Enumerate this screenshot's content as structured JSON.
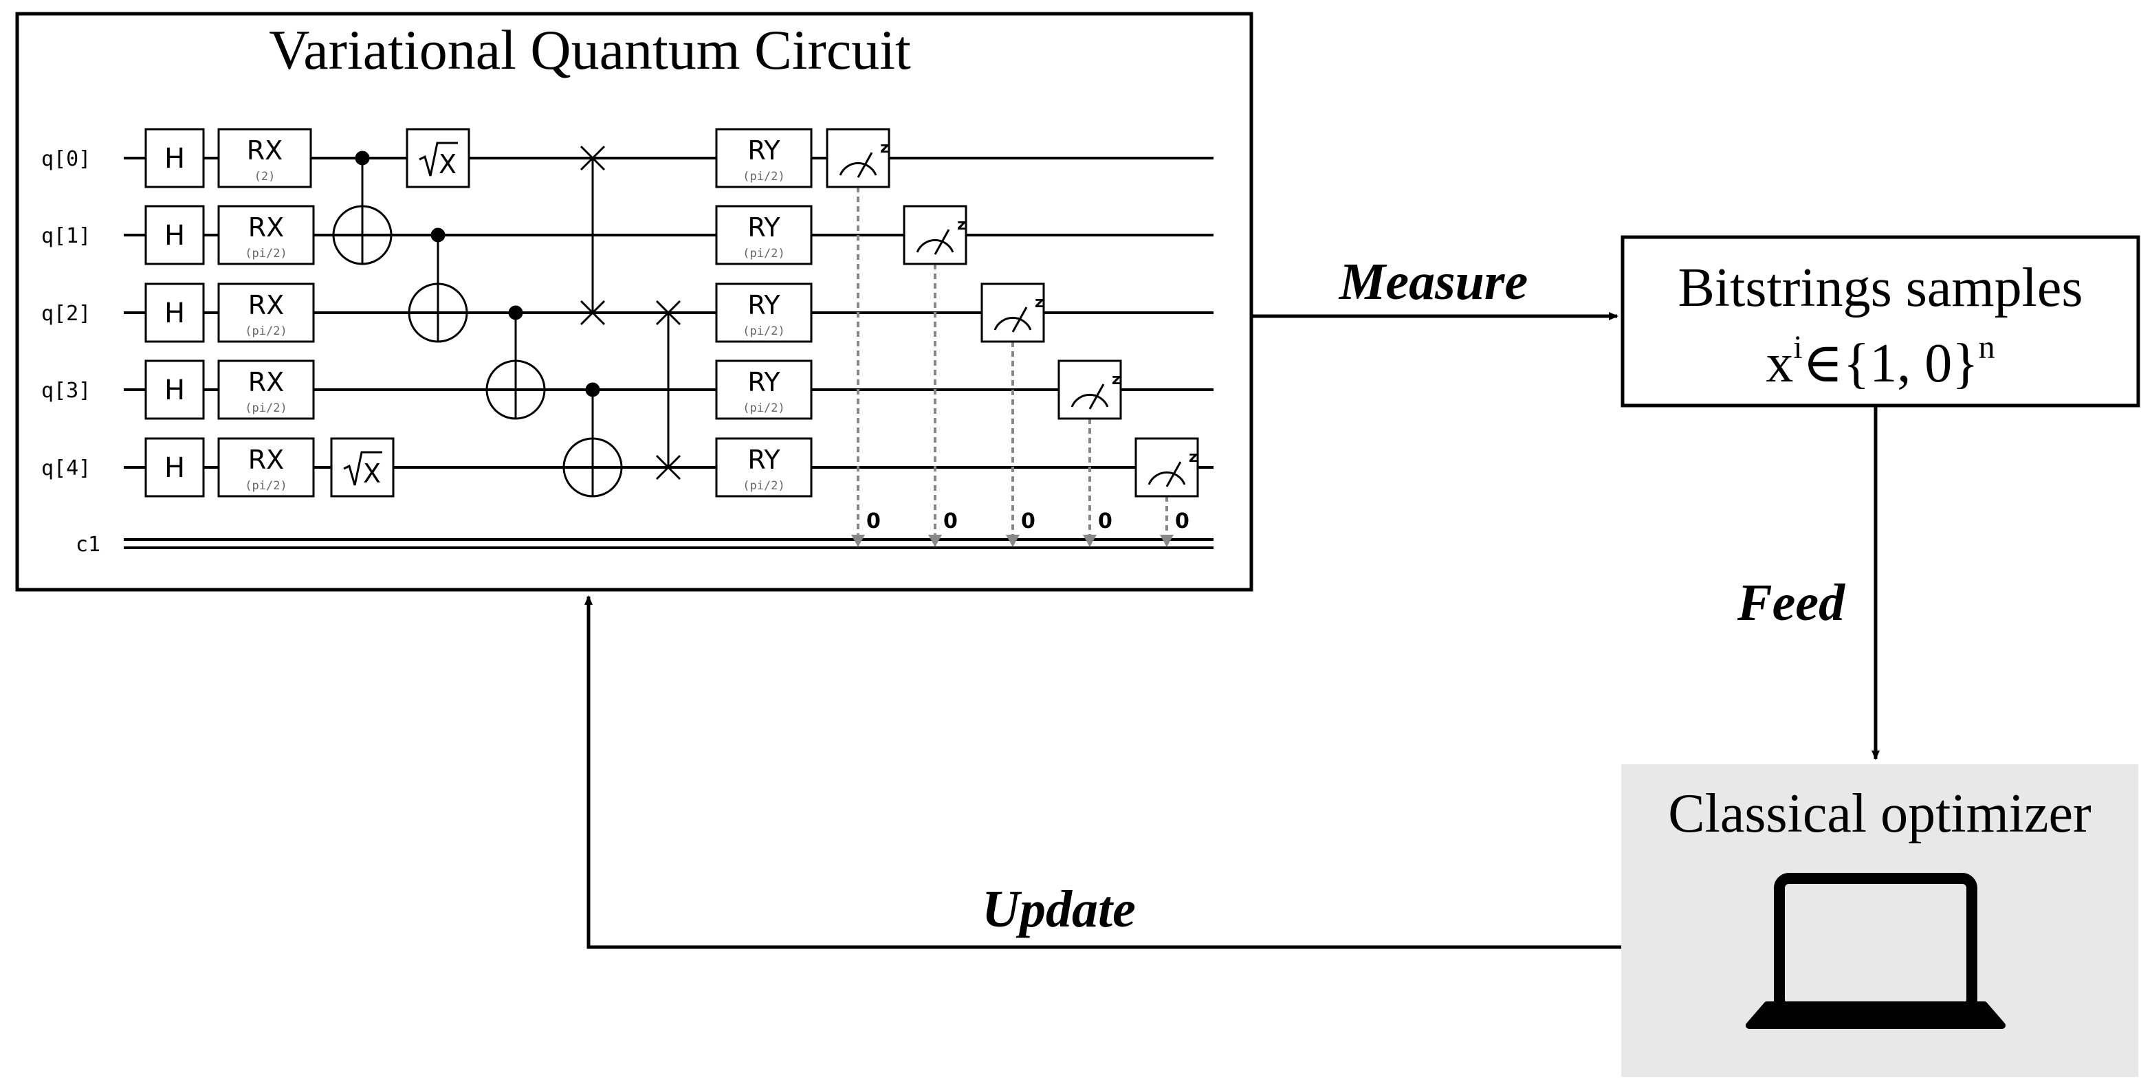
{
  "circuit": {
    "title": "Variational Quantum Circuit",
    "qubits": [
      "q[0]",
      "q[1]",
      "q[2]",
      "q[3]",
      "q[4]"
    ],
    "classical_register": "c1",
    "hadamard_label": "H",
    "rx_gates": [
      {
        "label": "RX",
        "param": "(2)"
      },
      {
        "label": "RX",
        "param": "(pi/2)"
      },
      {
        "label": "RX",
        "param": "(pi/2)"
      },
      {
        "label": "RX",
        "param": "(pi/2)"
      },
      {
        "label": "RX",
        "param": "(pi/2)"
      }
    ],
    "sx_label": "X",
    "ry_gates": [
      {
        "label": "RY",
        "param": "(pi/2)"
      },
      {
        "label": "RY",
        "param": "(pi/2)"
      },
      {
        "label": "RY",
        "param": "(pi/2)"
      },
      {
        "label": "RY",
        "param": "(pi/2)"
      },
      {
        "label": "RY",
        "param": "(pi/2)"
      }
    ],
    "measure_basis": "z",
    "measure_targets": [
      "0",
      "0",
      "0",
      "0",
      "0"
    ]
  },
  "bitstrings": {
    "title": "Bitstrings samples",
    "formula_base": "x",
    "formula_sup": "i",
    "formula_mid": "∈{1, 0}",
    "formula_exp": "n"
  },
  "optimizer": {
    "title": "Classical optimizer",
    "icon": "laptop-icon",
    "background": "#e8e8e8"
  },
  "arrows": {
    "measure": "Measure",
    "feed": "Feed",
    "update": "Update"
  }
}
